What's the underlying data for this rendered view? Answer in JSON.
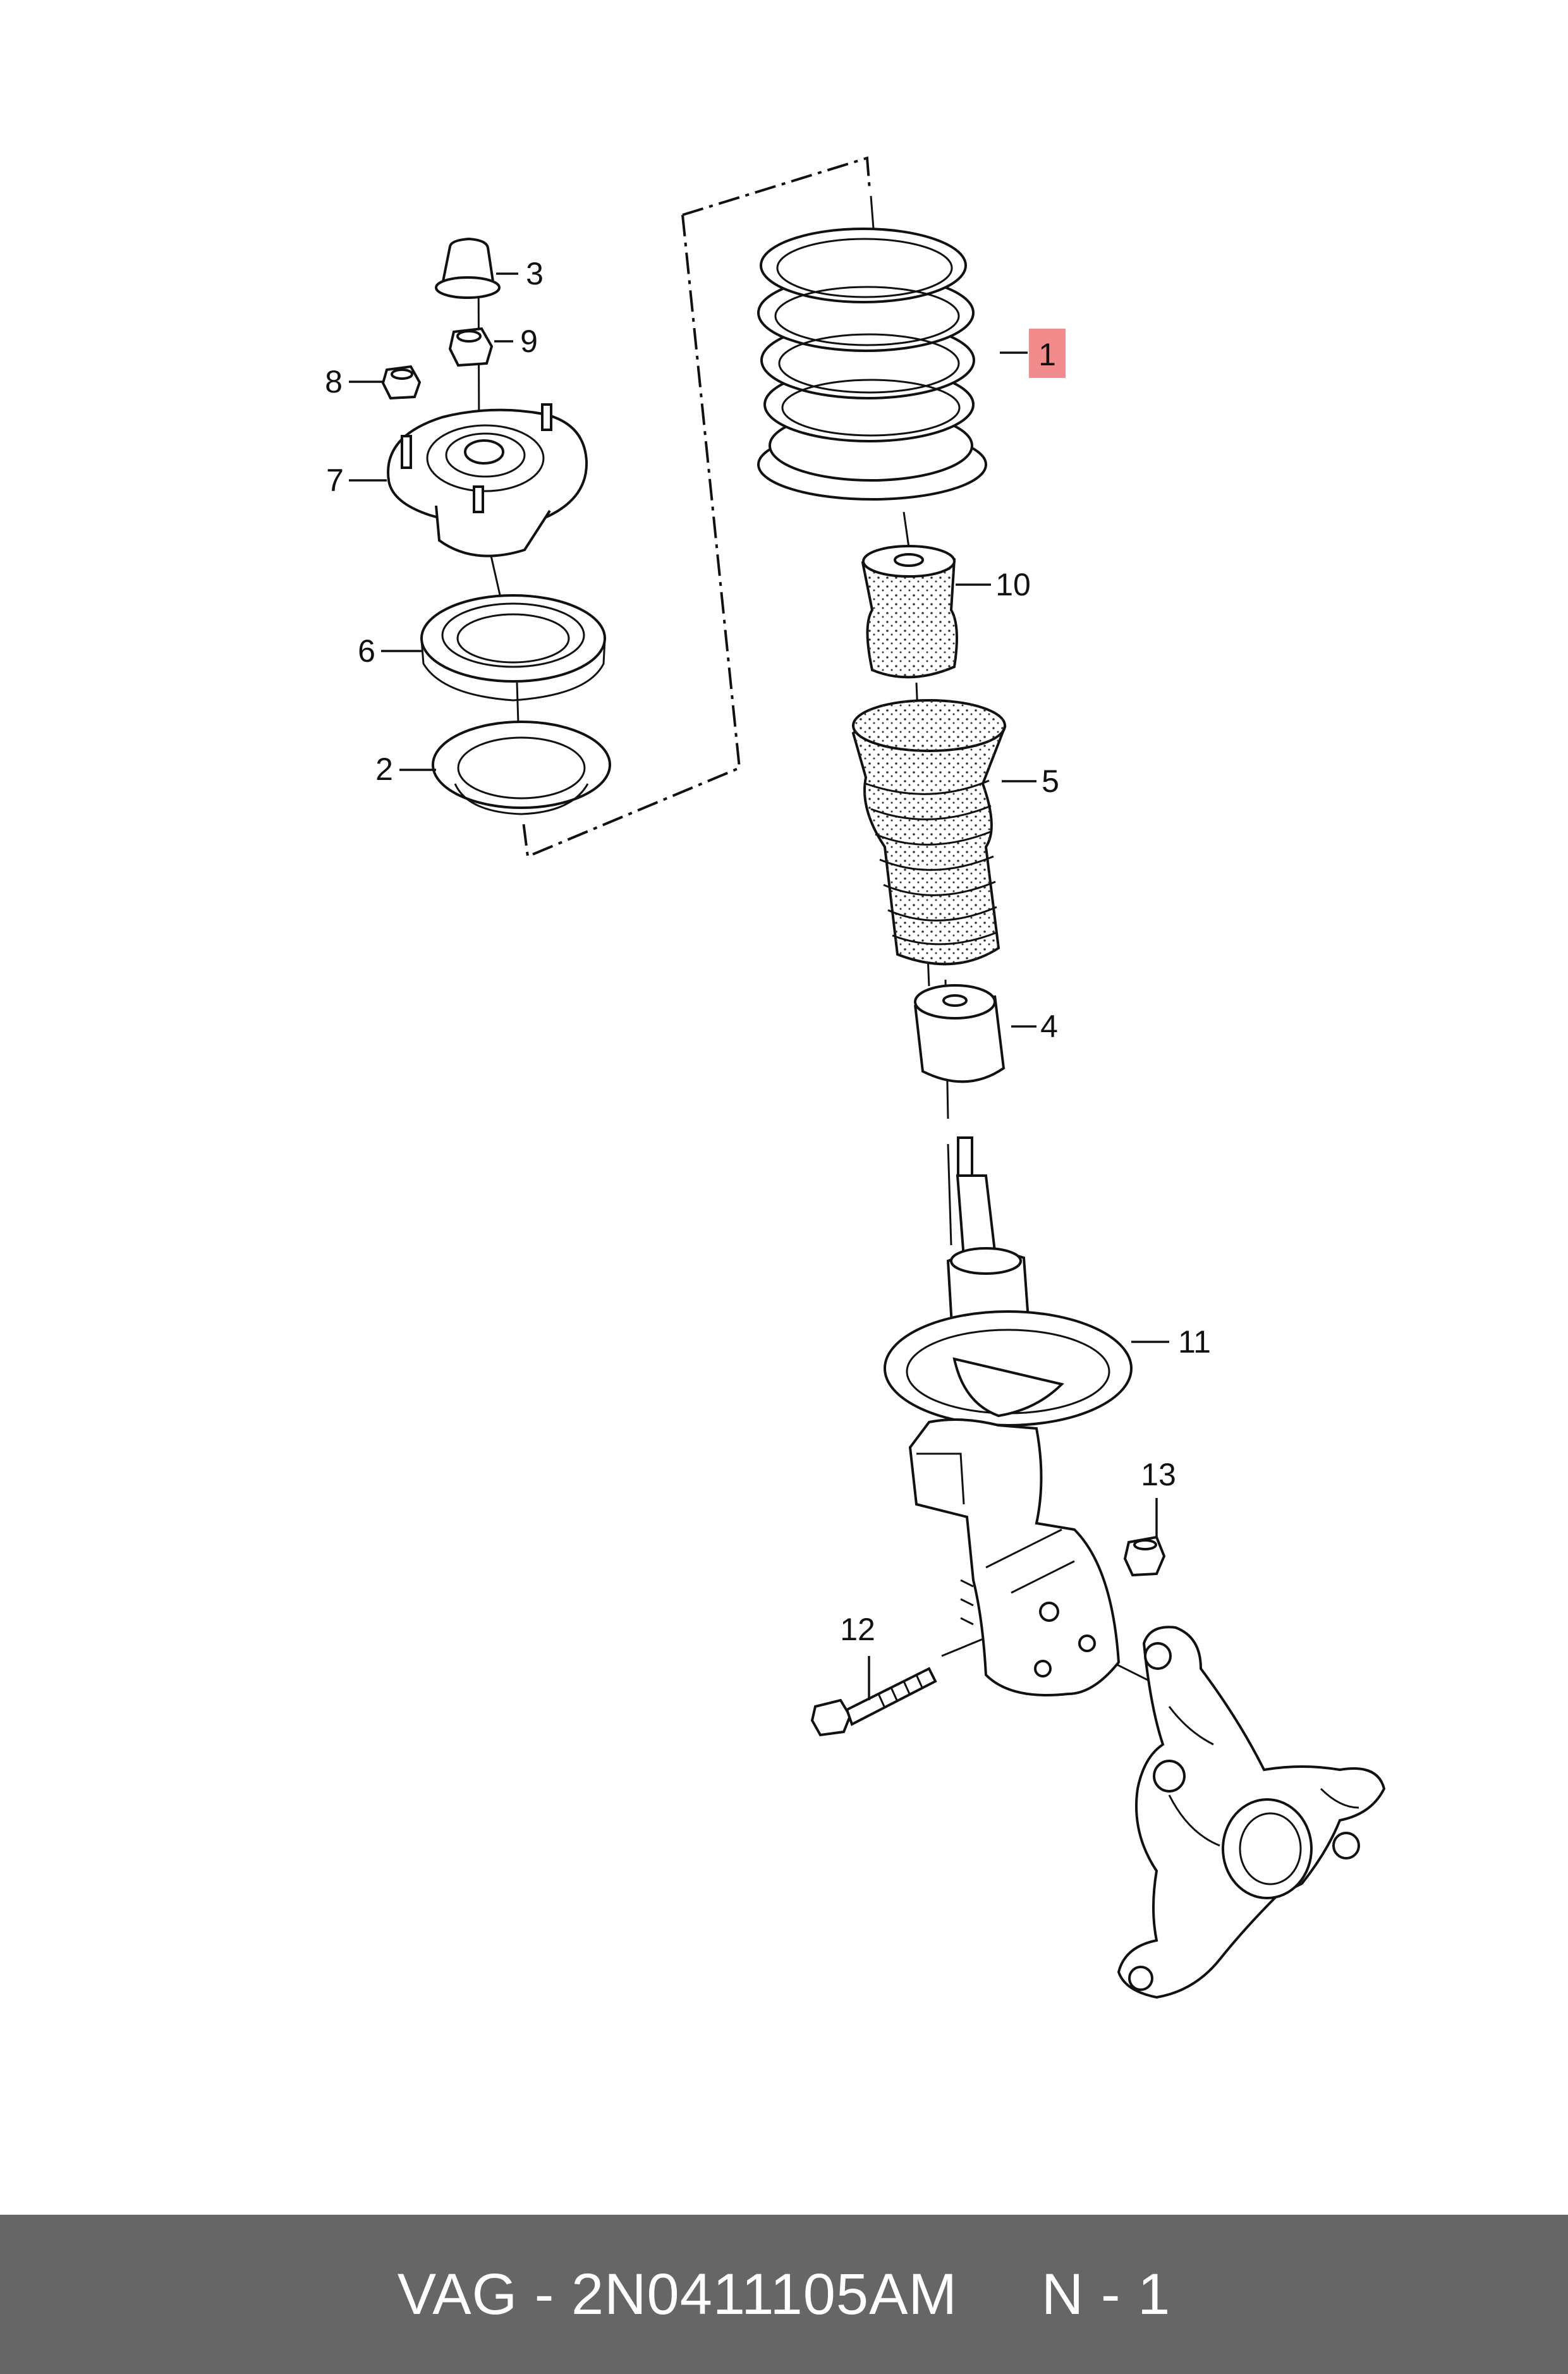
{
  "callouts": {
    "c1": "1",
    "c2": "2",
    "c3": "3",
    "c4": "4",
    "c5": "5",
    "c6": "6",
    "c7": "7",
    "c8": "8",
    "c9": "9",
    "c10": "10",
    "c11": "11",
    "c12": "12",
    "c13": "13"
  },
  "highlight_color": "#f28b8b",
  "footer": {
    "brand": "VAG",
    "separator": " - ",
    "part_number": "2N0411105AM",
    "gap": "     ",
    "position": "N - 1"
  }
}
